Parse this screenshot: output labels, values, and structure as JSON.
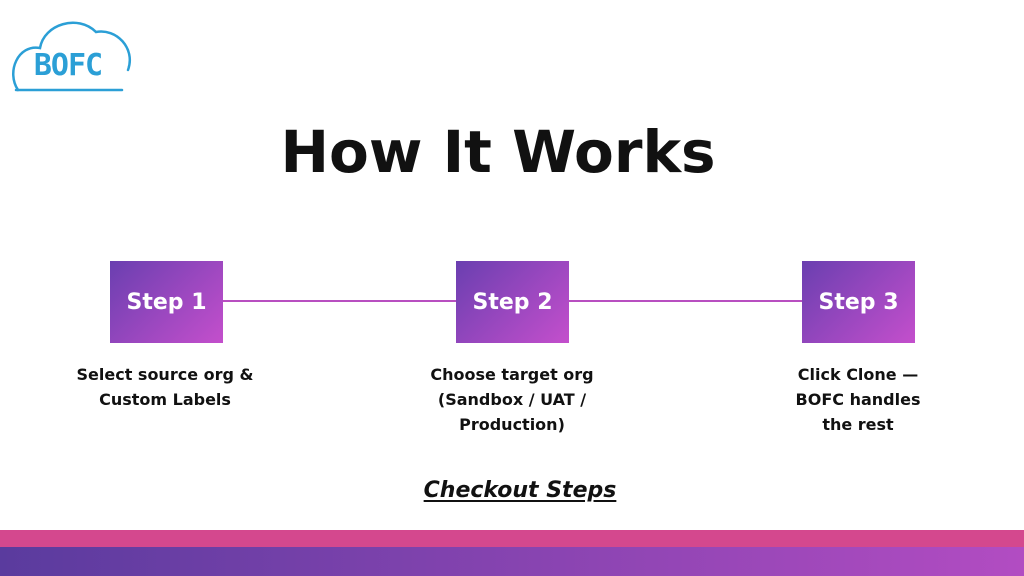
{
  "logo": {
    "text": "BOFC",
    "color": "#2b9fd6"
  },
  "title": "How It Works",
  "steps": [
    {
      "label": "Step 1",
      "description": "Select source org & Custom Labels"
    },
    {
      "label": "Step 2",
      "description": "Choose target org (Sandbox / UAT / Production)"
    },
    {
      "label": "Step 3",
      "description": "Click Clone — BOFC handles the rest"
    }
  ],
  "cta": "Checkout Steps",
  "colors": {
    "step_gradient_start": "#6a3fb0",
    "step_gradient_end": "#c44fcc",
    "connector": "#b84fc0",
    "band_pink": "#d4488e",
    "band_purple_start": "#5a3b9e",
    "band_purple_end": "#b24cc2"
  }
}
